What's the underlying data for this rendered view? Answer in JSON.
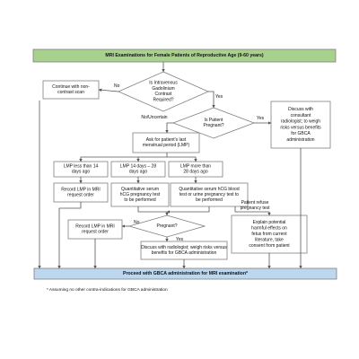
{
  "colors": {
    "header_fill": "#a9d18e",
    "footer_fill": "#bdd7ee",
    "box_stroke": "#7f7f7f",
    "arrow": "#555555"
  },
  "nodes": {
    "header": "MRI Examinations for Female Patients of Reproductive Age (9-60 years)",
    "gadolinium_question": [
      "Is Intravenous",
      "Gadolinium",
      "Contrast",
      "Required?"
    ],
    "non_contrast_scan": [
      "Continue with non-",
      "contrast scan"
    ],
    "pregnant_question": [
      "Is Patient",
      "Pregnant?"
    ],
    "discuss_consultant": [
      "Discuss with",
      "consultant",
      "radiologist; to weigh",
      "risks versus benefits",
      "for GBCA",
      "administration"
    ],
    "ask_lmp": [
      "Ask for patient's last",
      "menstrual period (LMP)"
    ],
    "lmp_less_14": [
      "LMP less than 14",
      "days ago"
    ],
    "lmp_14_28": [
      "LMP 14 days – 28",
      "days ago"
    ],
    "lmp_more_28": [
      "LMP more than",
      "28 days ago"
    ],
    "record_lmp_top": [
      "Record LMP in MRI",
      "request order"
    ],
    "quant_serum_test": [
      "Quantitative serum",
      "hCG pregnancy test",
      "to be performed"
    ],
    "quant_or_urine_test": [
      "Quantitative serum hCG blood",
      "test or urine pregnancy test to",
      "be performed"
    ],
    "pregnant_diamond": "Pregnant?",
    "record_lmp_bottom": [
      "Record LMP in MRI",
      "request order"
    ],
    "explain_effects": [
      "Explain potential",
      "harmful effects on",
      "fetus from current",
      "literature, take",
      "consent from patient"
    ],
    "discuss_radiologist": [
      "Discuss with radiologist; weigh risks versus",
      "benefits for GBCA administration"
    ],
    "footer": "Proceed with GBCA administration for MRI examination*"
  },
  "edge_labels": {
    "no_contrast": "No",
    "yes_contrast": "Yes",
    "no_uncertain": "No/Uncertain",
    "yes_pregnant": "Yes",
    "refuse_test": [
      "Patient refuse",
      "pregnancy test"
    ],
    "no_pregnant": "No",
    "yes_pregnant_bottom": "Yes"
  },
  "footnote": "* Assuming no other contra-indications for GBCA administration"
}
